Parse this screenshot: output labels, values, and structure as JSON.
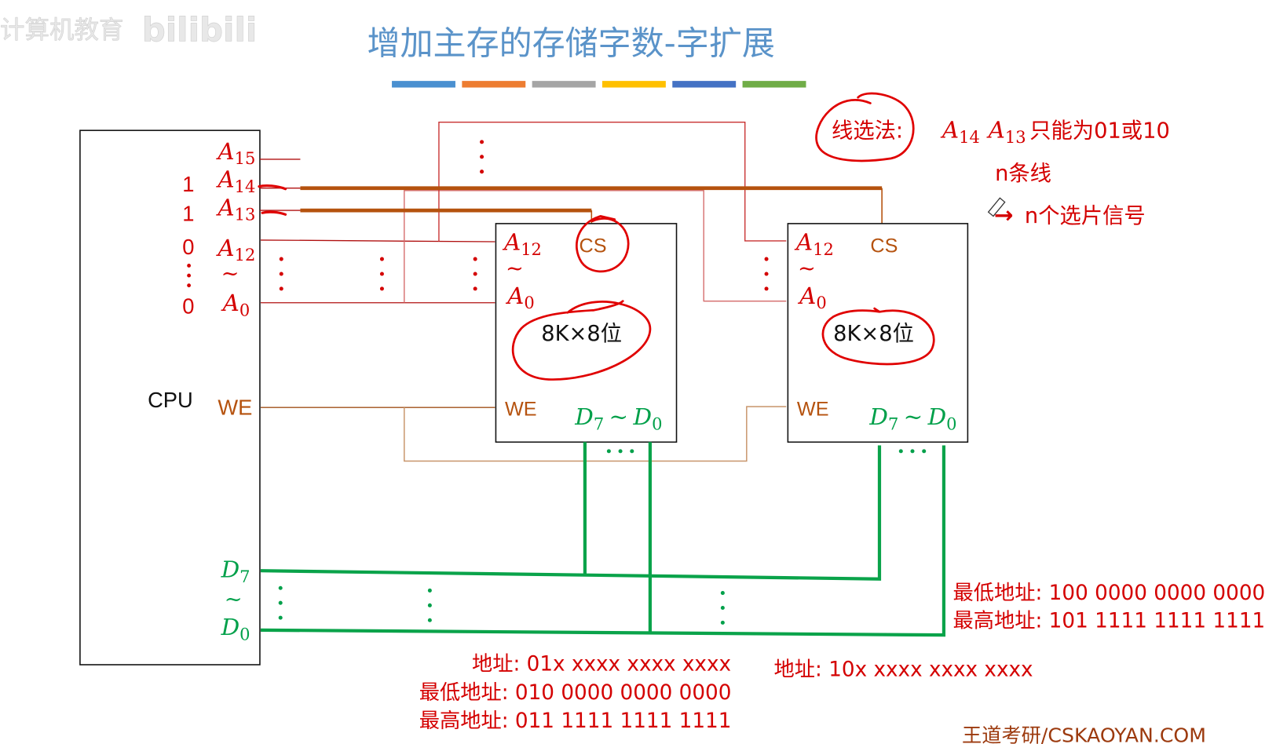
{
  "watermark": {
    "text": "计算机教育",
    "brand": "bilibili"
  },
  "title": "增加主存的存储字数-字扩展",
  "title_bar_colors": [
    "#4a90d0",
    "#ed7d31",
    "#a5a5a5",
    "#ffc000",
    "#4472c4",
    "#70ad47"
  ],
  "cpu": {
    "label": "CPU",
    "addr_pins": [
      {
        "base": "A",
        "sub": "15",
        "bit": ""
      },
      {
        "base": "A",
        "sub": "14",
        "bit": "1"
      },
      {
        "base": "A",
        "sub": "13",
        "bit": "1"
      },
      {
        "base": "A",
        "sub": "12",
        "bit": "0"
      },
      {
        "base": "A",
        "sub": "0",
        "bit": "0"
      }
    ],
    "tilde": "~",
    "we_label": "WE",
    "data_pins": [
      {
        "base": "D",
        "sub": "7"
      },
      {
        "base": "D",
        "sub": "0"
      }
    ]
  },
  "chips": [
    {
      "addr_hi": {
        "base": "A",
        "sub": "12"
      },
      "addr_lo": {
        "base": "A",
        "sub": "0"
      },
      "cs_label": "CS",
      "capacity": "8K×8位",
      "we_label": "WE",
      "data_label": {
        "hi_base": "D",
        "hi_sub": "7",
        "tilde": "~",
        "lo_base": "D",
        "lo_sub": "0"
      },
      "address_pattern": "地址: 01x xxxx xxxx xxxx",
      "lowest_address": "最低地址: 010 0000 0000 0000",
      "highest_address": "最高地址: 011 1111 1111 1111"
    },
    {
      "addr_hi": {
        "base": "A",
        "sub": "12"
      },
      "addr_lo": {
        "base": "A",
        "sub": "0"
      },
      "cs_label": "CS",
      "capacity": "8K×8位",
      "we_label": "WE",
      "data_label": {
        "hi_base": "D",
        "hi_sub": "7",
        "tilde": "~",
        "lo_base": "D",
        "lo_sub": "0"
      },
      "address_pattern": "地址: 10x xxxx xxxx xxxx",
      "lowest_address": "最低地址: 100 0000 0000 0000",
      "highest_address": "最高地址: 101 1111 1111 1111"
    }
  ],
  "notes": {
    "method": "线选法:",
    "condition_a14": {
      "base": "A",
      "sub": "14"
    },
    "condition_a13": {
      "base": "A",
      "sub": "13"
    },
    "condition_text": "只能为01或10",
    "n_lines": "n条线",
    "arrow": "→",
    "n_signals": "n个选片信号"
  },
  "ellipsis_vertical": "⋮",
  "ellipsis_horizontal": "· · ·",
  "footer_brand": "王道考研/CSKAOYAN.COM",
  "colors": {
    "address_red": "#d40000",
    "control_brown": "#b5520e",
    "data_green": "#00a04a",
    "title_blue": "#5a93c9"
  }
}
